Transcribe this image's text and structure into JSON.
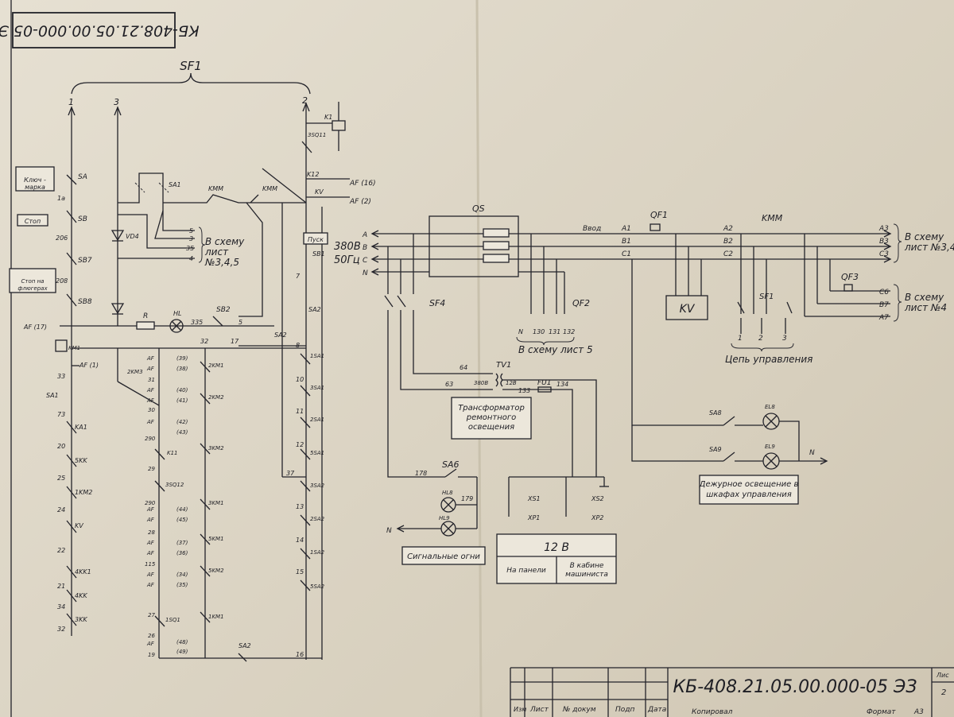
{
  "stamp": {
    "code_rotated": "КБ-408.21.05.00.000-05 ЭЗ"
  },
  "left_circuit": {
    "breaker": "SF1",
    "terminals": [
      "1",
      "3",
      "2"
    ],
    "key_box": "Ключ - марка",
    "stop_box": "Стоп",
    "stop_jib_box": "Стоп на флюгерах",
    "to_scheme": "В схему лист №3,4,5",
    "to_scheme_wires": [
      "5",
      "3",
      "35",
      "4"
    ],
    "start_box": "Пуск",
    "af_left": "AF (17)",
    "af_km1": "AF (1)",
    "af_16": "AF (16)",
    "af_2": "AF (2)",
    "elements": [
      "SA",
      "SB",
      "SB7",
      "SB8",
      "VD4",
      "R",
      "HL",
      "SB2",
      "SA1",
      "KMM",
      "KMM",
      "K1",
      "3SQ11",
      "K12",
      "KV",
      "SB1",
      "SA2",
      "1SA1",
      "3SA1",
      "2SA1",
      "5SA1",
      "3SA2",
      "2SA2",
      "1SA2",
      "5SA2",
      "SA2",
      "KM1",
      "KA1",
      "5KK",
      "1KM2",
      "KV",
      "4KK1",
      "4KK",
      "3KK",
      "2KM3",
      "2KM1",
      "2KM2",
      "K11",
      "3KM2",
      "3SQ12",
      "3KM1",
      "5KM1",
      "5KM2",
      "1KM1",
      "1SQ1"
    ],
    "wire_numbers": [
      "1a",
      "206",
      "208",
      "33",
      "73",
      "20",
      "25",
      "24",
      "22",
      "21",
      "34",
      "32",
      "31",
      "30",
      "29",
      "290",
      "290",
      "28",
      "115",
      "27",
      "26",
      "19",
      "335",
      "17",
      "32",
      "37",
      "37",
      "7",
      "8",
      "10",
      "11",
      "12",
      "13",
      "14",
      "15",
      "16"
    ],
    "af_refs": [
      "AF",
      "AF",
      "AF",
      "AF",
      "AF",
      "AF",
      "AF",
      "AF",
      "AF",
      "AF",
      "AF",
      "AF",
      "AF",
      "AF",
      "AF"
    ],
    "ref_labels": [
      "(39)",
      "(38)",
      "(40)",
      "(41)",
      "(42)",
      "(43)",
      "(44)",
      "(45)",
      "(37)",
      "(36)",
      "(34)",
      "(35)",
      "(48)",
      "(49)"
    ]
  },
  "right_circuit": {
    "phases": [
      "A",
      "B",
      "C",
      "N"
    ],
    "supply": [
      "380В",
      "50Гц"
    ],
    "switch": "QS",
    "input_label": "Ввод",
    "bus_labels": [
      "A1",
      "B1",
      "C1",
      "A2",
      "B2",
      "C2",
      "A3",
      "B3",
      "C3",
      "C6",
      "B7",
      "A7"
    ],
    "qf1": "QF1",
    "kmm": "KMM",
    "kv": "KV",
    "sf1": "SF1",
    "qf2": "QF2",
    "qf3": "QF3",
    "sf4": "SF4",
    "to_sheet_34": "В схему лист №3,4",
    "to_sheet_4": "В схему лист №4",
    "to_sheet_5": "В схему лист 5",
    "qf2_wires": [
      "N",
      "130",
      "131",
      "132"
    ],
    "control_circuit": "Цепь управления",
    "control_wires": [
      "1",
      "2",
      "3"
    ],
    "transformer": "TV1",
    "tv_wires": [
      "64",
      "63",
      "380В",
      "12В",
      "133",
      "134"
    ],
    "fuse": "FU1",
    "transformer_box": "Трансформатор ремонтного освещения",
    "sa6": "SA6",
    "sa6_wires": [
      "178",
      "179"
    ],
    "hl8": "HL8",
    "hl9": "HL9",
    "n_label": "N",
    "signal_box": "Сигнальные огни",
    "xs1": "XS1",
    "xp1": "XP1",
    "xs2": "XS2",
    "xp2": "XP2",
    "voltage_table": {
      "title": "12 В",
      "col1": "На панели",
      "col2": "В кабине машиниста"
    },
    "sa8": "SA8",
    "sa9": "SA9",
    "el8": "EL8",
    "el9": "EL9",
    "duty_box": "Дежурное освещение в шкафах управления"
  },
  "title_block": {
    "code": "КБ-408.21.05.00.000-05 ЭЗ",
    "headers": [
      "Изм",
      "Лист",
      "№ докум",
      "Подп",
      "Дата"
    ],
    "copied": "Копировал",
    "format": "Формат",
    "format_val": "А3",
    "sheet_label": "Лис",
    "sheet_no": "2"
  },
  "colors": {
    "paper": "#e6e0d2",
    "ink": "#23232a"
  }
}
